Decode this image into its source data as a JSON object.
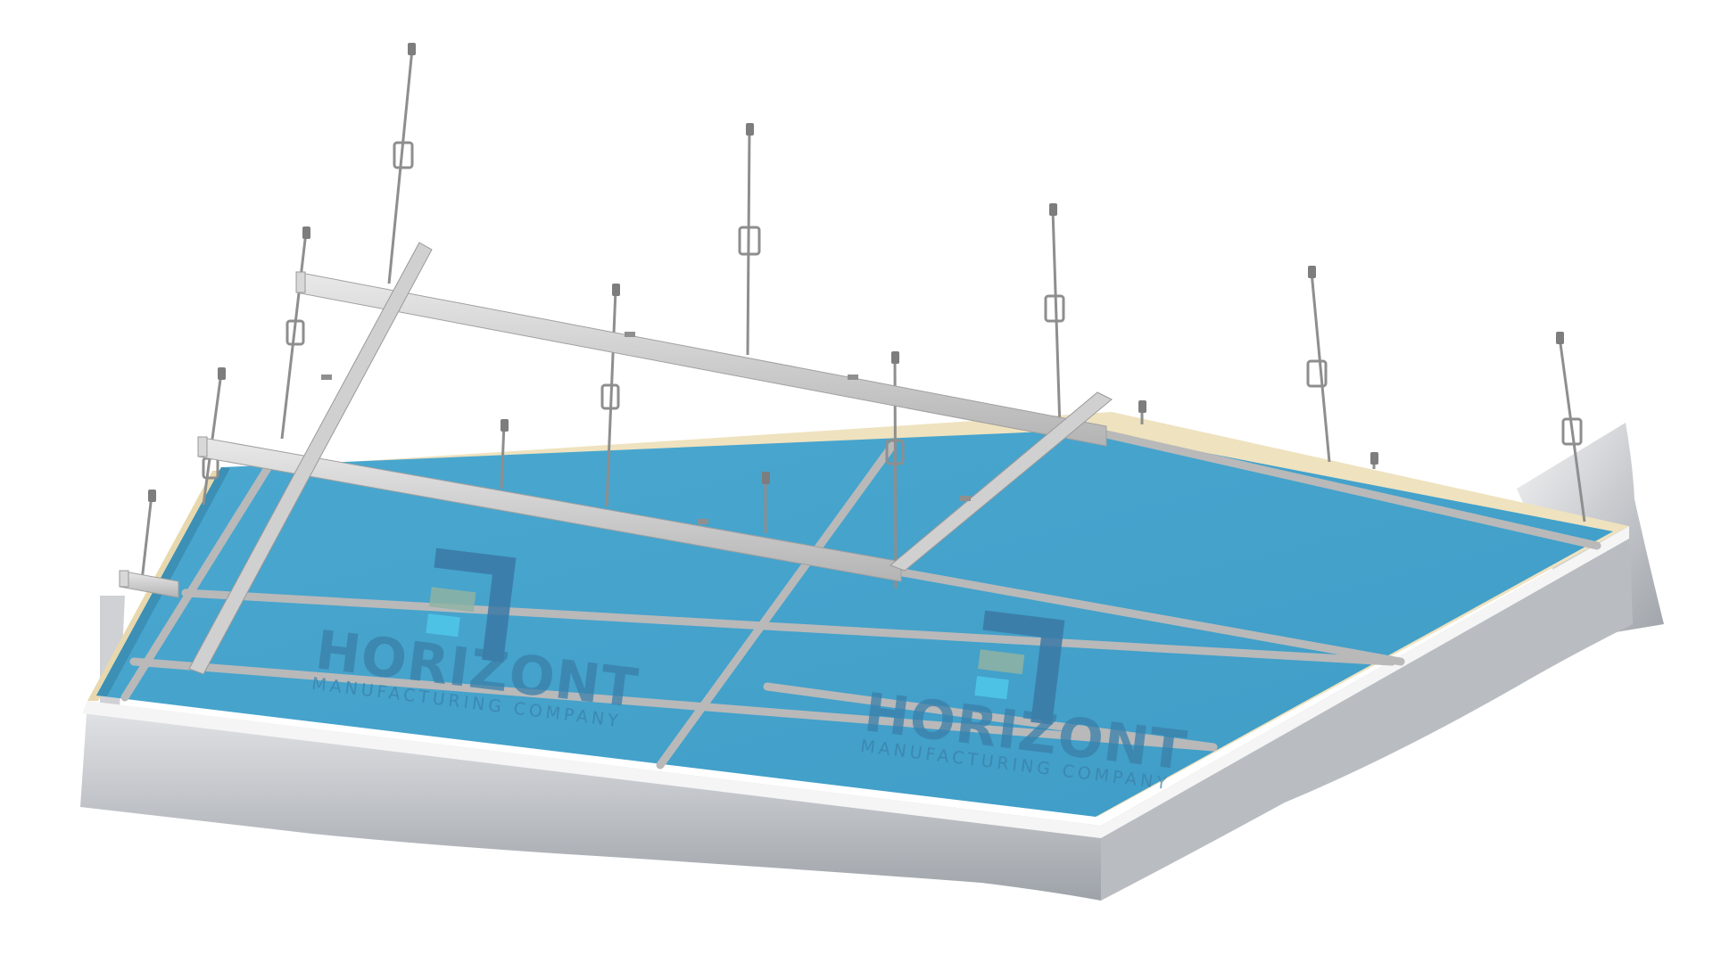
{
  "watermarks": [
    {
      "name": "HORIZONT",
      "subtitle": "MANUFACTURING COMPANY"
    },
    {
      "name": "HORIZONT",
      "subtitle": "MANUFACTURING COMPANY"
    }
  ],
  "colors": {
    "panel": "#45a3cb",
    "panel_edge": "#3a90b6",
    "frame_steel": "#c9c9c9",
    "wall_front": "#d9dadd",
    "wall_shadow": "#9aa0a6",
    "insulation": "#f1e4c2",
    "logo_dark": "#3b78a4",
    "logo_mid": "#8fb3a3",
    "logo_light": "#4fc5e8"
  },
  "icons": [
    "horizont-logo-icon"
  ]
}
